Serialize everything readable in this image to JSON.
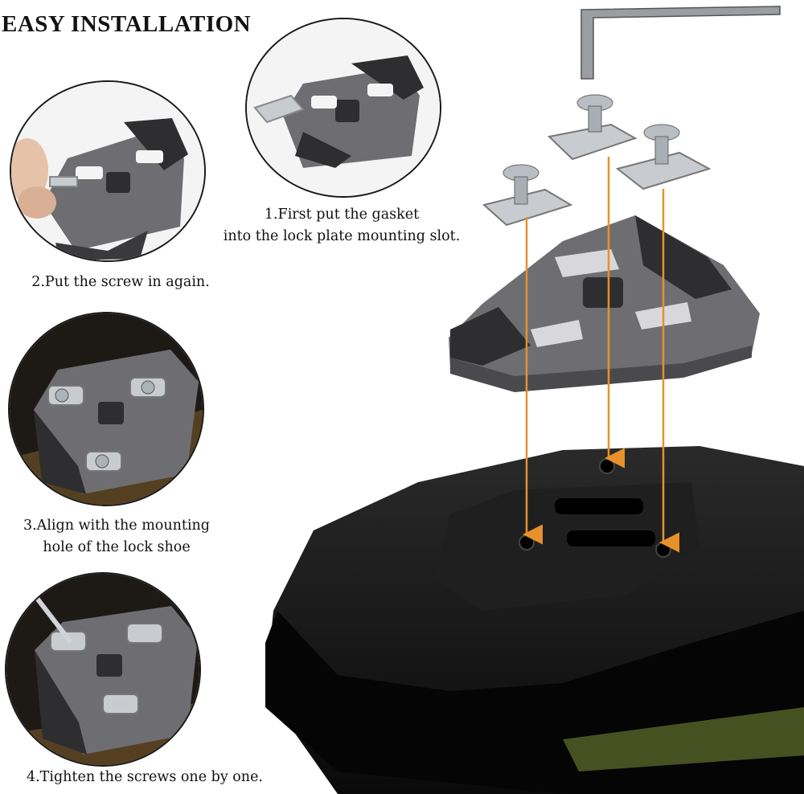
{
  "heading": "EASY INSTALLATION",
  "steps": {
    "step1": {
      "line1": "1.First put the gasket",
      "line2": "into the lock plate mounting slot."
    },
    "step2": {
      "line1": "2.Put the screw in again."
    },
    "step3": {
      "line1": "3.Align with the mounting",
      "line2": "hole of the lock shoe"
    },
    "step4": {
      "line1": "4.Tighten the screws one by one."
    }
  },
  "colors": {
    "cleat_body": "#6e6e72",
    "cleat_dark": "#2e2e30",
    "shoe_sole": "#151515",
    "arrow": "#e8912a",
    "metal": "#c8ccd0"
  },
  "icons": [
    "allen-key-icon",
    "bolt-icon",
    "washer-icon",
    "cleat-icon",
    "shoe-sole-icon",
    "arrow-down-icon"
  ]
}
